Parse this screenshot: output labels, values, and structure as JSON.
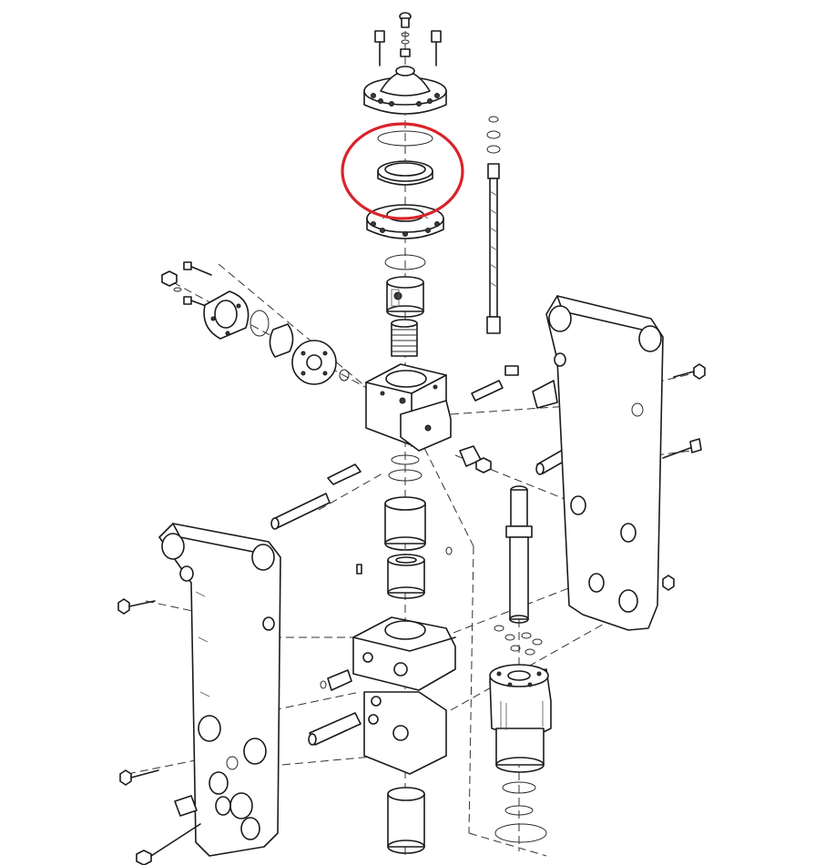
{
  "diagram": {
    "kind": "exploded-assembly-drawing",
    "line_color": "#1a1a1a",
    "background": "#ffffff",
    "highlight": {
      "shape": "ellipse",
      "color": "#d9232a",
      "target": "seal-ring-stack"
    }
  }
}
